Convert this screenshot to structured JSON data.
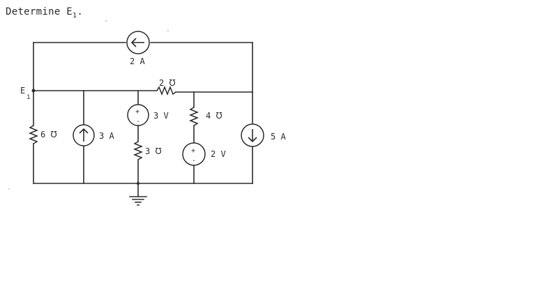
{
  "prompt": {
    "text": "Determine E",
    "subscript": "1",
    "end": "."
  },
  "nodes": {
    "e1_label": "E",
    "e1_sub": "1"
  },
  "components": {
    "top_source": {
      "label": "2 A",
      "icon": "left-arrow-icon"
    },
    "top_resistor": {
      "label": "2 ℧"
    },
    "left_resistor": {
      "label": "6 ℧"
    },
    "source_3a": {
      "label": "3 A",
      "icon": "up-arrow-icon"
    },
    "vsrc_3v": {
      "label": "3 V",
      "plus": "+",
      "minus": "-"
    },
    "res_3": {
      "label": "3 ℧"
    },
    "res_4": {
      "label": "4 ℧"
    },
    "vsrc_2v": {
      "label": "2 V",
      "plus": "+",
      "minus": "-"
    },
    "source_5a": {
      "label": "5 A",
      "icon": "down-arrow-icon"
    }
  }
}
